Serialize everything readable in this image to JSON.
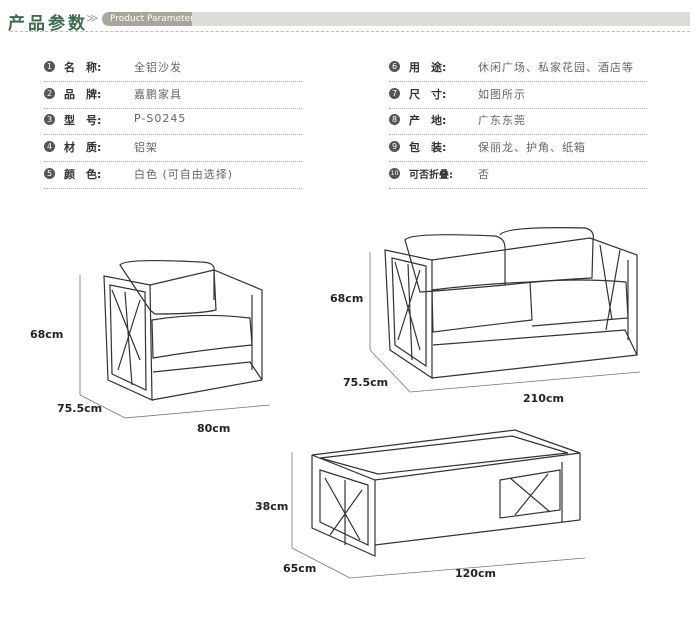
{
  "header": {
    "title": "产品参数",
    "subtitle": "Product Parameter"
  },
  "params_left": [
    {
      "num": "1",
      "label": "名　称:",
      "value": "全铝沙发"
    },
    {
      "num": "2",
      "label": "品　牌:",
      "value": "嘉鹏家具"
    },
    {
      "num": "3",
      "label": "型　号:",
      "value": "P-S0245"
    },
    {
      "num": "4",
      "label": "材　质:",
      "value": "铝架"
    },
    {
      "num": "5",
      "label": "颜　色:",
      "value": "白色 (可自由选择)"
    }
  ],
  "params_right": [
    {
      "num": "6",
      "label": "用　途:",
      "value": "休闲广场、私家花园、酒店等"
    },
    {
      "num": "7",
      "label": "尺　寸:",
      "value": "如图所示"
    },
    {
      "num": "8",
      "label": "产　地:",
      "value": "广东东莞"
    },
    {
      "num": "9",
      "label": "包　装:",
      "value": "保丽龙、护角、纸箱"
    },
    {
      "num": "10",
      "label": "可否折叠:",
      "value": "否"
    }
  ],
  "dimensions": {
    "chair": {
      "height": "68cm",
      "depth": "75.5cm",
      "width": "80cm"
    },
    "sofa": {
      "height": "68cm",
      "depth": "75.5cm",
      "width": "210cm"
    },
    "table": {
      "height": "38cm",
      "depth": "65cm",
      "width": "120cm"
    }
  }
}
